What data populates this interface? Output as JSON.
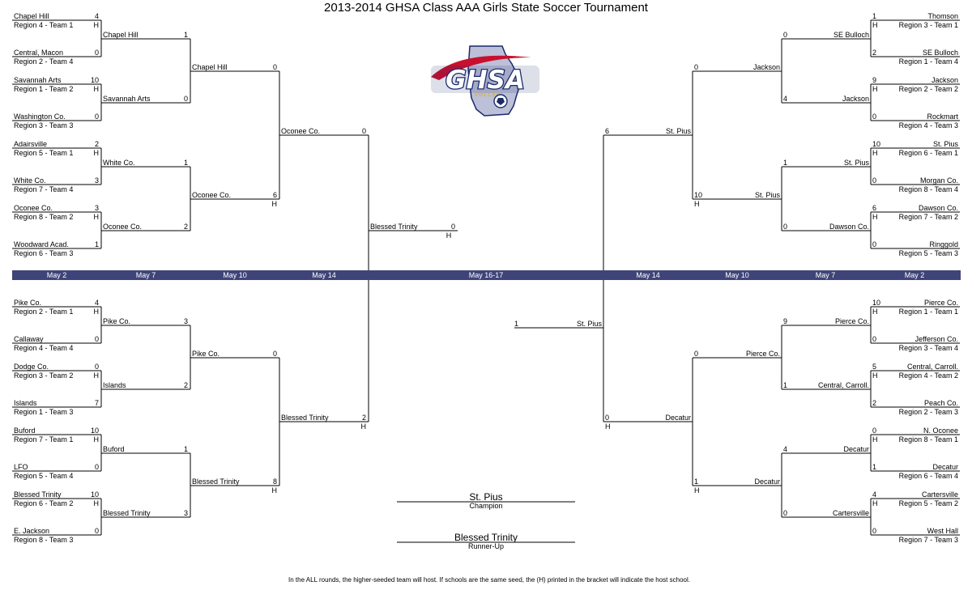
{
  "title": "2013-2014 GHSA Class AAA Girls State Soccer Tournament",
  "logo": {
    "text": "GHSA",
    "subtext": "SOCCER",
    "colors": {
      "red": "#c8102e",
      "navy": "#1b2a6b",
      "state": "#bcc0d8",
      "gold": "#d8b24a"
    }
  },
  "host_marker": "H",
  "colors": {
    "band": "#3f4478",
    "line": "#000000"
  },
  "dates": [
    "May 2",
    "May 7",
    "May 10",
    "May 14",
    "May 16-17",
    "May 14",
    "May 10",
    "May 7",
    "May 2"
  ],
  "bracket": {
    "left_top": {
      "r1": [
        {
          "a": {
            "name": "Chapel Hill",
            "seed": "Region 4 - Team 1",
            "score": "4",
            "host": true
          },
          "b": {
            "name": "Central, Macon",
            "seed": "Region 2 - Team 4",
            "score": "0"
          }
        },
        {
          "a": {
            "name": "Savannah Arts",
            "seed": "Region 1 - Team 2",
            "score": "10",
            "host": true
          },
          "b": {
            "name": "Washington Co.",
            "seed": "Region 3 - Team 3",
            "score": "0"
          }
        },
        {
          "a": {
            "name": "Adairsville",
            "seed": "Region 5 - Team 1",
            "score": "2",
            "host": true
          },
          "b": {
            "name": "White Co.",
            "seed": "Region 7 - Team 4",
            "score": "3"
          }
        },
        {
          "a": {
            "name": "Oconee Co.",
            "seed": "Region 8 - Team 2",
            "score": "3",
            "host": true
          },
          "b": {
            "name": "Woodward Acad.",
            "seed": "Region 6 - Team 3",
            "score": "1"
          }
        }
      ],
      "r2": [
        {
          "a": {
            "name": "Chapel Hill",
            "score": "1"
          },
          "b": {
            "name": "Savannah Arts",
            "score": "0"
          }
        },
        {
          "a": {
            "name": "White Co.",
            "score": "1"
          },
          "b": {
            "name": "Oconee Co.",
            "score": "2"
          }
        }
      ],
      "r3": [
        {
          "a": {
            "name": "Chapel Hill",
            "score": "0"
          },
          "b": {
            "name": "Oconee Co.",
            "score": "6",
            "host": true
          }
        }
      ],
      "r4": {
        "name": "Oconee Co.",
        "score": "0"
      }
    },
    "left_bottom": {
      "r1": [
        {
          "a": {
            "name": "Pike Co.",
            "seed": "Region 2 - Team 1",
            "score": "4",
            "host": true
          },
          "b": {
            "name": "Callaway",
            "seed": "Region 4 - Team 4",
            "score": "0"
          }
        },
        {
          "a": {
            "name": "Dodge Co.",
            "seed": "Region 3 - Team 2",
            "score": "0",
            "host": true
          },
          "b": {
            "name": "Islands",
            "seed": "Region 1 - Team 3",
            "score": "7"
          }
        },
        {
          "a": {
            "name": "Buford",
            "seed": "Region 7 - Team 1",
            "score": "10",
            "host": true
          },
          "b": {
            "name": "LFO",
            "seed": "Region 5 - Team 4",
            "score": "0"
          }
        },
        {
          "a": {
            "name": "Blessed Trinity",
            "seed": "Region 6 - Team 2",
            "score": "10",
            "host": true
          },
          "b": {
            "name": "E. Jackson",
            "seed": "Region 8 - Team 3",
            "score": "0"
          }
        }
      ],
      "r2": [
        {
          "a": {
            "name": "Pike Co.",
            "score": "3"
          },
          "b": {
            "name": "Islands",
            "score": "2"
          }
        },
        {
          "a": {
            "name": "Buford",
            "score": "1"
          },
          "b": {
            "name": "Blessed Trinity",
            "score": "3"
          }
        }
      ],
      "r3": [
        {
          "a": {
            "name": "Pike Co.",
            "score": "0"
          },
          "b": {
            "name": "Blessed Trinity",
            "score": "8",
            "host": true
          }
        }
      ],
      "r4": {
        "name": "Blessed Trinity",
        "score": "2",
        "host": true
      }
    },
    "right_top": {
      "r1": [
        {
          "a": {
            "name": "Thomson",
            "seed": "Region 3 - Team 1",
            "score": "1",
            "host": true
          },
          "b": {
            "name": "SE Bulloch",
            "seed": "Region 1 - Team 4",
            "score": "2"
          }
        },
        {
          "a": {
            "name": "Jackson",
            "seed": "Region 2 - Team 2",
            "score": "9",
            "host": true
          },
          "b": {
            "name": "Rockmart",
            "seed": "Region 4 - Team 3",
            "score": "0"
          }
        },
        {
          "a": {
            "name": "St. Pius",
            "seed": "Region 6 - Team 1",
            "score": "10",
            "host": true
          },
          "b": {
            "name": "Morgan Co.",
            "seed": "Region 8 - Team 4",
            "score": "0"
          }
        },
        {
          "a": {
            "name": "Dawson Co.",
            "seed": "Region 7 - Team 2",
            "score": "6",
            "host": true
          },
          "b": {
            "name": "Ringgold",
            "seed": "Region 5 - Team 3",
            "score": "0"
          }
        }
      ],
      "r2": [
        {
          "a": {
            "name": "SE Bulloch",
            "score": "0"
          },
          "b": {
            "name": "Jackson",
            "score": "4"
          }
        },
        {
          "a": {
            "name": "St. Pius",
            "score": "1"
          },
          "b": {
            "name": "Dawson Co.",
            "score": "0"
          }
        }
      ],
      "r3": [
        {
          "a": {
            "name": "Jackson",
            "score": "0"
          },
          "b": {
            "name": "St. Pius",
            "score": "10",
            "host": true
          }
        }
      ],
      "r4": {
        "name": "St. Pius",
        "score": "6"
      }
    },
    "right_bottom": {
      "r1": [
        {
          "a": {
            "name": "Pierce Co.",
            "seed": "Region 1 - Team 1",
            "score": "10",
            "host": true
          },
          "b": {
            "name": "Jefferson Co.",
            "seed": "Region 3 - Team 4",
            "score": "0"
          }
        },
        {
          "a": {
            "name": "Central, Carroll.",
            "seed": "Region 4 - Team 2",
            "score": "5",
            "host": true
          },
          "b": {
            "name": "Peach Co.",
            "seed": "Region 2 - Team 3",
            "score": "2"
          }
        },
        {
          "a": {
            "name": "N. Oconee",
            "seed": "Region 8 - Team 1",
            "score": "0",
            "host": true
          },
          "b": {
            "name": "Decatur",
            "seed": "Region 6 - Team 4",
            "score": "1"
          }
        },
        {
          "a": {
            "name": "Cartersville",
            "seed": "Region 5 - Team 2",
            "score": "4",
            "host": true
          },
          "b": {
            "name": "West Hall",
            "seed": "Region 7 - Team 3",
            "score": "0"
          }
        }
      ],
      "r2": [
        {
          "a": {
            "name": "Pierce Co.",
            "score": "9"
          },
          "b": {
            "name": "Central, Carroll.",
            "score": "1"
          }
        },
        {
          "a": {
            "name": "Decatur",
            "score": "4"
          },
          "b": {
            "name": "Cartersville",
            "score": "0"
          }
        }
      ],
      "r3": [
        {
          "a": {
            "name": "Pierce Co.",
            "score": "0"
          },
          "b": {
            "name": "Decatur",
            "score": "1",
            "host": true
          }
        }
      ],
      "r4": {
        "name": "Decatur",
        "score": "0",
        "host": true
      }
    },
    "final": {
      "left": {
        "name": "Blessed Trinity",
        "score": "0",
        "host": true
      },
      "right": {
        "name": "St. Pius",
        "score": "1"
      }
    }
  },
  "champion": {
    "name": "St. Pius",
    "label": "Champion"
  },
  "runner_up": {
    "name": "Blessed Trinity",
    "label": "Runner-Up"
  },
  "footnote": "In the ALL rounds, the higher-seeded team will host.  If schools are the same seed, the (H) printed in the bracket will indicate the host school."
}
